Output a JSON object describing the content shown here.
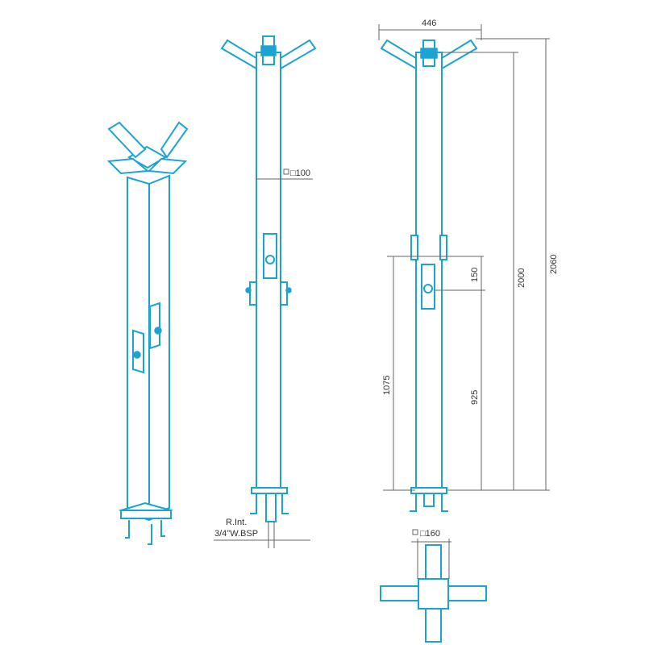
{
  "title": "Shower column technical drawing",
  "colors": {
    "outline": "#1ba3d3",
    "dimension": "#666666"
  },
  "dimensions": {
    "arm_span": "446",
    "pole_section": "□100",
    "valve_spacing": "150",
    "height_arms": "2000",
    "height_total": "2060",
    "valve_height_upper": "1075",
    "valve_height_lower": "925",
    "base_section": "□160"
  },
  "connection": {
    "line1": "R.Int.",
    "line2": "3/4\"W.BSP"
  }
}
